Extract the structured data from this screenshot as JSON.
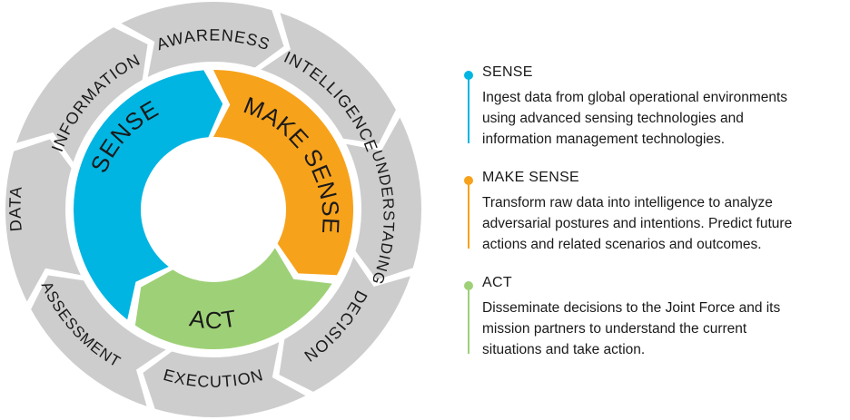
{
  "colors": {
    "sense": "#00b5e2",
    "make_sense": "#f7a21b",
    "act": "#9ed177",
    "outer_segment": "#cdcdcd",
    "text": "#1a1a1a"
  },
  "inner_cycle": [
    {
      "label": "SENSE"
    },
    {
      "label": "MAKE SENSE"
    },
    {
      "label": "ACT"
    }
  ],
  "outer_ring": [
    {
      "label": "AWARENESS"
    },
    {
      "label": "INTELLIGENCE"
    },
    {
      "label": "UNDERSTADING"
    },
    {
      "label": "DECISION"
    },
    {
      "label": "EXECUTION"
    },
    {
      "label": "ASSESSMENT"
    },
    {
      "label": "DATA"
    },
    {
      "label": "INFORMATION"
    }
  ],
  "legend": [
    {
      "title": "SENSE",
      "lines": [
        "Ingest data from global operational environments",
        "using advanced sensing technologies and",
        "information management technologies."
      ]
    },
    {
      "title": "MAKE SENSE",
      "lines": [
        "Transform raw data into intelligence to analyze",
        "adversarial postures and intentions. Predict future",
        "actions and related scenarios and outcomes."
      ]
    },
    {
      "title": "ACT",
      "lines": [
        "Disseminate decisions to the Joint Force and its",
        "mission partners to understand the current",
        "situations and take action."
      ]
    }
  ]
}
